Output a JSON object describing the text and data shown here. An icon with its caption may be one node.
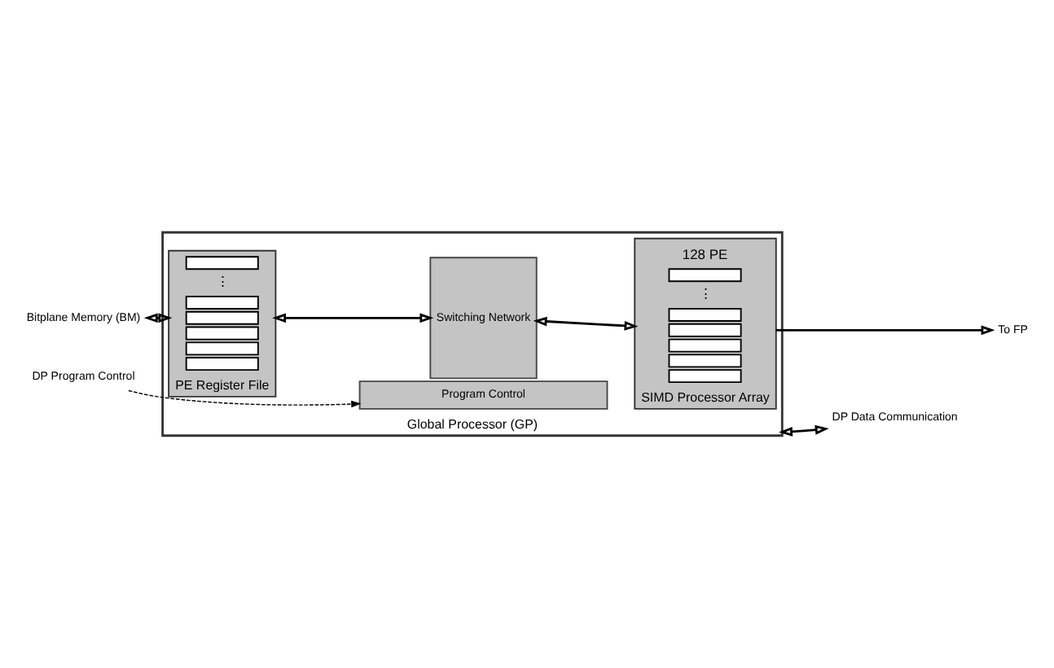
{
  "diagram": {
    "nodes": [
      {
        "text": [
          "Global Processor (GP)"
        ]
      },
      {
        "text": [
          "Program Control"
        ],
        "in": 0
      },
      {
        "text": [
          "PE Register File"
        ],
        "in": 0
      },
      {
        "text": [],
        "shape": "box",
        "in": 2
      },
      {
        "text": [],
        "shape": "box",
        "in": 2
      },
      {
        "text": [],
        "shape": "box",
        "in": 2
      },
      {
        "text": [],
        "shape": "box",
        "in": 2
      },
      {
        "text": [],
        "shape": "box",
        "in": 2
      },
      {
        "text": [],
        "shape": "box",
        "in": 2
      },
      {
        "text": [
          "Switching Network"
        ],
        "in": 0
      },
      {
        "text": [
          "SIMD Processor Array"
        ],
        "in": 0
      },
      {
        "text": [],
        "shape": "box",
        "in": 10
      },
      {
        "text": [],
        "shape": "box",
        "in": 10
      },
      {
        "text": [],
        "shape": "box",
        "in": 10
      },
      {
        "text": [],
        "shape": "box",
        "in": 10
      },
      {
        "text": [],
        "shape": "box",
        "in": 10
      },
      {
        "text": [],
        "shape": "box",
        "in": 10
      },
      {
        "text": [
          "Bitplane Memory (BM)"
        ]
      },
      {
        "text": [
          "DP Program Control"
        ]
      },
      {
        "text": [
          "To FP"
        ]
      },
      {
        "text": [
          "DP Data Communication"
        ]
      }
    ],
    "edges": [
      {
        "from": 17,
        "to": 2,
        "arrow": "both"
      },
      {
        "from": 2,
        "to": 9,
        "arrow": "both"
      },
      {
        "from": 9,
        "to": 10,
        "arrow": "both"
      },
      {
        "from": 10,
        "to": 19,
        "arrow": "to"
      },
      {
        "from": 18,
        "to": 1,
        "arrow": "to",
        "style": "dashed"
      },
      {
        "from": 0,
        "to": 20,
        "arrow": "both"
      }
    ],
    "labels": [
      "⋮",
      "128 PE",
      "⋮"
    ]
  }
}
